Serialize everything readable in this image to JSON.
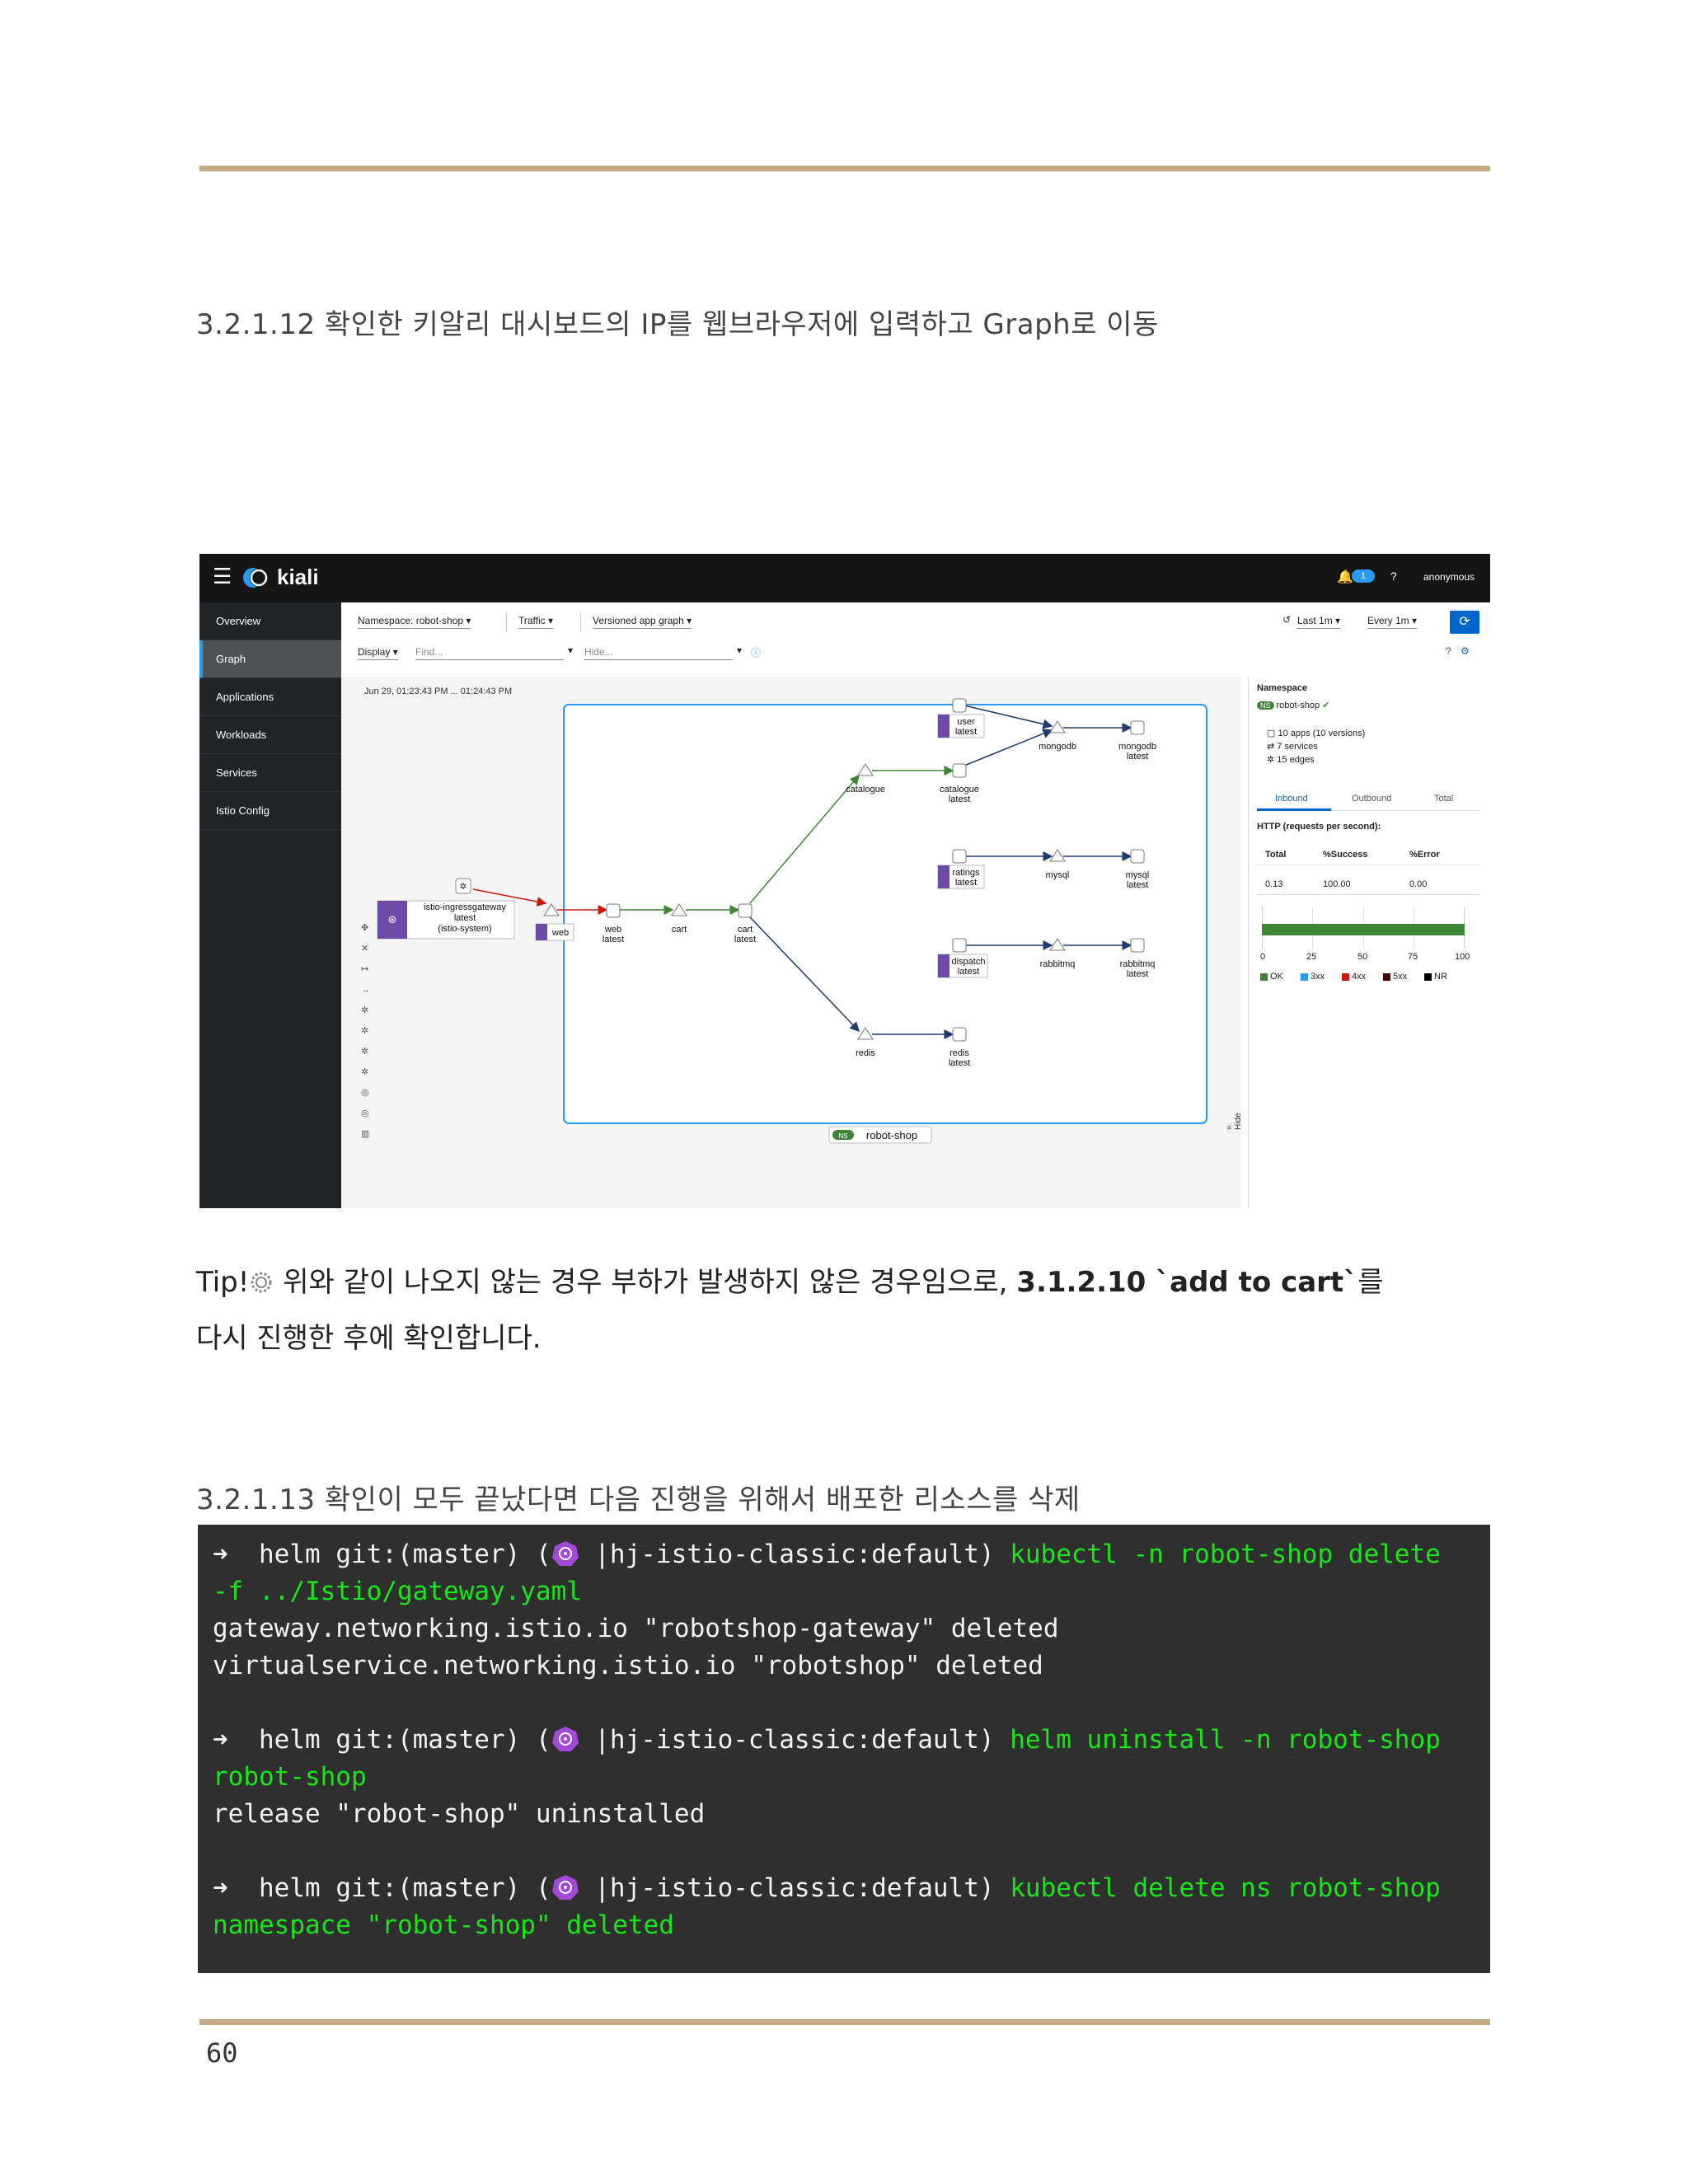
{
  "headings": {
    "first": "3.2.1.12 확인한 키알리 대시보드의 IP를 웹브라우저에 입력하고 Graph로 이동",
    "second": "3.2.1.13 확인이 모두 끝났다면 다음 진행을 위해서 배포한 리소스를 삭제"
  },
  "kiali": {
    "brand": "kiali",
    "badge": "1",
    "user": "anonymous",
    "nav": [
      "Overview",
      "Graph",
      "Applications",
      "Workloads",
      "Services",
      "Istio Config"
    ],
    "toolbar": {
      "namespace": "Namespace:  robot-shop",
      "traffic": "Traffic",
      "graph_type": "Versioned app graph",
      "display": "Display",
      "find_placeholder": "Find...",
      "hide_placeholder": "Hide...",
      "last": "Last 1m",
      "every": "Every 1m"
    },
    "graph": {
      "timestamp": "Jun 29, 01:23:43 PM ... 01:24:43 PM",
      "namespace_label": "robot-shop",
      "nodes": {
        "ingress": [
          "istio-ingressgateway",
          "latest",
          "(istio-system)"
        ],
        "web": "web",
        "web_latest": [
          "web",
          "latest"
        ],
        "cart": "cart",
        "cart_latest": [
          "cart",
          "latest"
        ],
        "catalogue": "catalogue",
        "catalogue_latest": [
          "catalogue",
          "latest"
        ],
        "user_latest": [
          "user",
          "latest"
        ],
        "mongodb": "mongodb",
        "mongodb_latest": [
          "mongodb",
          "latest"
        ],
        "ratings_latest": [
          "ratings",
          "latest"
        ],
        "mysql": "mysql",
        "mysql_latest": [
          "mysql",
          "latest"
        ],
        "dispatch_latest": [
          "dispatch",
          "latest"
        ],
        "rabbitmq": "rabbitmq",
        "rabbitmq_latest": [
          "rabbitmq",
          "latest"
        ],
        "redis": "redis",
        "redis_latest": [
          "redis",
          "latest"
        ]
      },
      "hide": "Hide"
    },
    "panel": {
      "title": "Namespace",
      "ns": "robot-shop",
      "apps": "10 apps (10 versions)",
      "services": "7 services",
      "edges": "15 edges",
      "tabs": [
        "Inbound",
        "Outbound",
        "Total"
      ],
      "http_title": "HTTP (requests per second):",
      "columns": [
        "Total",
        "%Success",
        "%Error"
      ],
      "values": [
        "0.13",
        "100.00",
        "0.00"
      ],
      "axis": [
        "0",
        "25",
        "50",
        "75",
        "100"
      ],
      "legend": [
        "OK",
        "3xx",
        "4xx",
        "5xx",
        "NR"
      ],
      "colors": [
        "#3e8635",
        "#2b9af3",
        "#c9190b",
        "#470000",
        "#000000"
      ],
      "ok_percent": 100
    }
  },
  "tip": {
    "prefix": "Tip!",
    "text1": " 위와 같이 나오지 않는 경우 부하가 발생하지 않은 경우임으로, ",
    "bold": "3.1.2.10 `add to cart`",
    "text2": "를",
    "line2": "다시 진행한 후에 확인합니다."
  },
  "terminal": {
    "arrow": "➜",
    "prompt_a": "  helm git:(master) (",
    "prompt_b": " |hj-istio-classic:default) ",
    "cmd1_a": "kubectl -n robot-shop delete",
    "cmd1_b": "-f ../Istio/gateway.yaml",
    "out1_a": "gateway.networking.istio.io \"robotshop-gateway\" deleted",
    "out1_b": "virtualservice.networking.istio.io \"robotshop\" deleted",
    "cmd2_a": "helm uninstall -n robot-shop",
    "cmd2_b": "robot-shop",
    "out2": "release \"robot-shop\" uninstalled",
    "cmd3": "kubectl delete ns robot-shop",
    "out3": "namespace \"robot-shop\" deleted"
  },
  "page_number": "60"
}
